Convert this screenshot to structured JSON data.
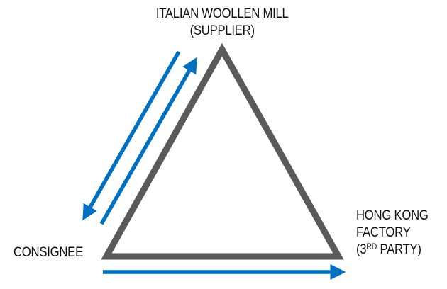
{
  "diagram": {
    "nodes": {
      "supplier": {
        "line1": "ITALIAN WOOLLEN MILL",
        "line2": "(SUPPLIER)"
      },
      "third_party": {
        "line1": "HONG KONG",
        "line2": "FACTORY",
        "line3_prefix": "(3",
        "line3_sup": "RD",
        "line3_suffix": " PARTY)"
      },
      "consignee": {
        "label": "CONSIGNEE"
      }
    },
    "edges": [
      {
        "from": "supplier",
        "to": "consignee",
        "direction": "down-left"
      },
      {
        "from": "consignee",
        "to": "supplier",
        "direction": "up-right"
      },
      {
        "from": "consignee",
        "to": "third_party",
        "direction": "right"
      }
    ],
    "colors": {
      "triangle": "#5a5a5a",
      "arrow": "#0070c0",
      "text": "#111111"
    }
  }
}
